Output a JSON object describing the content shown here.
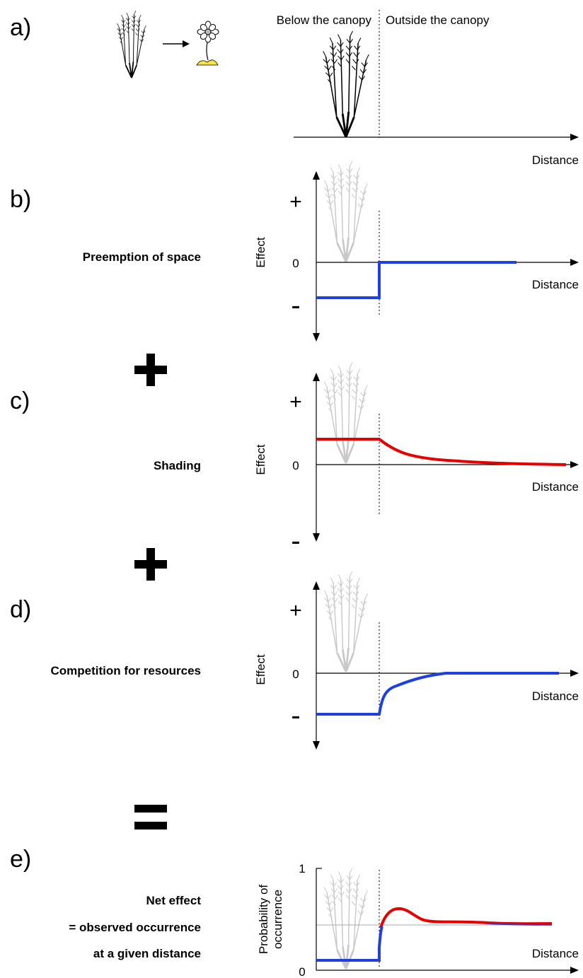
{
  "panels": {
    "a": {
      "label": "a)",
      "below_label": "Below the canopy",
      "outside_label": "Outside the canopy",
      "xlabel": "Distance"
    },
    "b": {
      "label": "b)",
      "title": "Preemption of space",
      "ylabel": "Effect",
      "plus": "+",
      "zero": "0",
      "minus": "-",
      "xlabel": "Distance"
    },
    "c": {
      "label": "c)",
      "title": "Shading",
      "ylabel": "Effect",
      "plus": "+",
      "zero": "0",
      "minus": "-",
      "xlabel": "Distance"
    },
    "d": {
      "label": "d)",
      "title": "Competition for resources",
      "ylabel": "Effect",
      "plus": "+",
      "zero": "0",
      "minus": "-",
      "xlabel": "Distance"
    },
    "e": {
      "label": "e)",
      "title_line1": "Net effect",
      "title_line2": "= observed occurrence",
      "title_line3": "at a given distance",
      "ylabel_line1": "Probability of",
      "ylabel_line2": "occurrence",
      "ytick_top": "1",
      "ytick_bottom": "0",
      "xlabel": "Distance"
    }
  },
  "operators": {
    "plus1": "+",
    "plus2": "+",
    "equals": "="
  },
  "colors": {
    "negative": "#1f3fe0",
    "positive": "#e60000",
    "shrub_ghost": "#c8c8c8",
    "flower_yellow": "#f5e342"
  }
}
